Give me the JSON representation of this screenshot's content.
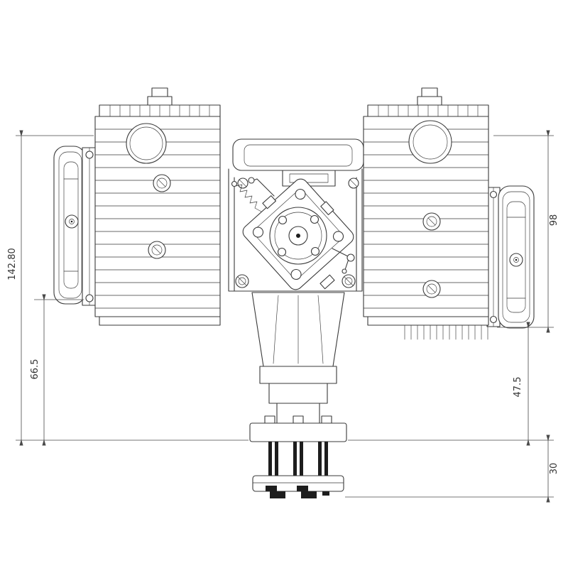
{
  "colors": {
    "background": "#ffffff",
    "line": "#3a3a3a",
    "dimension_line": "#4a4a4a"
  },
  "dimensions": {
    "left_total": "142.80",
    "left_lower": "66.5",
    "right_height": "98",
    "right_lower": "47.5",
    "hub": "30"
  }
}
